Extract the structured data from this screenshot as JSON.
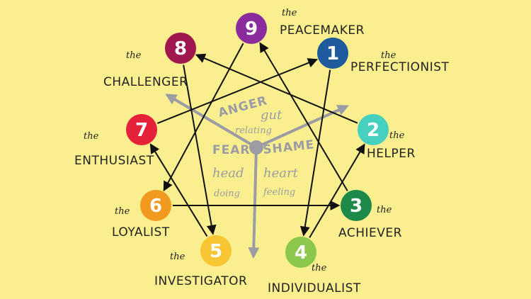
{
  "background": "#f9ef8e",
  "center": {
    "anger": "ANGER",
    "gut": "gut",
    "relating": "relating",
    "fear": "FEAR",
    "head": "head",
    "doing": "doing",
    "shame": "SHAME",
    "heart": "heart",
    "feeling": "feeling"
  },
  "types": [
    {
      "number": "9",
      "the": "the",
      "name": "PEACEMAKER",
      "color": "#8a2c9e"
    },
    {
      "number": "1",
      "the": "the",
      "name": "PERFECTIONIST",
      "color": "#1f5a9c"
    },
    {
      "number": "2",
      "the": "the",
      "name": "HELPER",
      "color": "#46d0bf"
    },
    {
      "number": "3",
      "the": "the",
      "name": "ACHIEVER",
      "color": "#1d8a4a"
    },
    {
      "number": "4",
      "the": "the",
      "name": "INDIVIDUALIST",
      "color": "#8cc84c"
    },
    {
      "number": "5",
      "the": "the",
      "name": "INVESTIGATOR",
      "color": "#f8c633"
    },
    {
      "number": "6",
      "the": "the",
      "name": "LOYALIST",
      "color": "#f29a20"
    },
    {
      "number": "7",
      "the": "the",
      "name": "ENTHUSIAST",
      "color": "#e6213a"
    },
    {
      "number": "8",
      "the": "the",
      "name": "CHALLENGER",
      "color": "#a0164e"
    }
  ]
}
